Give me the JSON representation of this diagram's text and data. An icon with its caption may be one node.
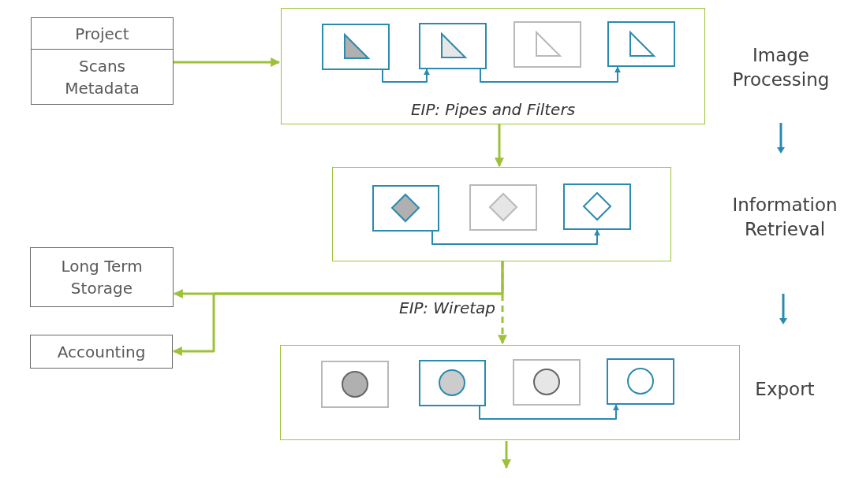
{
  "diagram": {
    "nodes": [
      {
        "text": [
          "Project",
          "Scans Metadata"
        ]
      },
      {
        "text": [
          "EIP: Pipes and Filters"
        ]
      },
      {
        "text": [],
        "shape": "box",
        "in": 1
      },
      {
        "text": [],
        "shape": "box",
        "in": 1
      },
      {
        "text": [],
        "shape": "box",
        "in": 1
      },
      {
        "text": [],
        "shape": "box",
        "in": 1
      },
      {
        "text": [],
        "shape": "box"
      },
      {
        "text": [],
        "shape": "box",
        "in": 6
      },
      {
        "text": [],
        "shape": "box",
        "in": 6
      },
      {
        "text": [],
        "shape": "box",
        "in": 6
      },
      {
        "text": [
          "Long Term Storage"
        ]
      },
      {
        "text": [
          "Accounting"
        ]
      },
      {
        "text": [],
        "shape": "box"
      },
      {
        "text": [],
        "shape": "box",
        "in": 12
      },
      {
        "text": [],
        "shape": "box",
        "in": 12
      },
      {
        "text": [],
        "shape": "box",
        "in": 12
      },
      {
        "text": [],
        "shape": "box",
        "in": 12
      }
    ],
    "edges": [
      {
        "from": 0,
        "to": 1,
        "arrow": "to"
      },
      {
        "from": 2,
        "to": 3,
        "arrow": "to",
        "color": "#2a8ab0"
      },
      {
        "from": 3,
        "to": 5,
        "arrow": "to",
        "color": "#2a8ab0"
      },
      {
        "from": 1,
        "to": 6,
        "arrow": "to"
      },
      {
        "from": 7,
        "to": 9,
        "arrow": "to",
        "color": "#2a8ab0"
      },
      {
        "from": 6,
        "to": 12,
        "arrow": "to",
        "style": "dashed",
        "label": "EIP: Wiretap"
      },
      {
        "from": 6,
        "to": 10,
        "arrow": "to"
      },
      {
        "from": 6,
        "to": 11,
        "arrow": "to"
      },
      {
        "from": 14,
        "to": 16,
        "arrow": "to",
        "color": "#2a8ab0"
      },
      {
        "from": 12,
        "to": null,
        "arrow": "to"
      }
    ],
    "labels": [
      "Image Processing",
      "Information Retrieval",
      "Export"
    ]
  }
}
